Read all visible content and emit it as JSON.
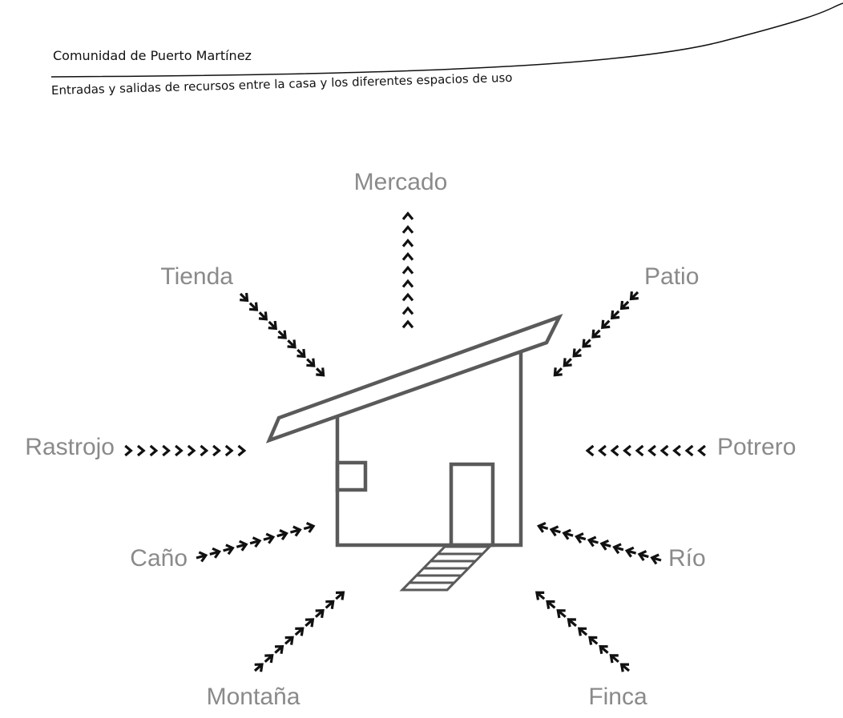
{
  "header": {
    "title": "Comunidad de Puerto Martínez",
    "subtitle": "Entradas y salidas de recursos entre la casa y los diferentes espacios de uso"
  },
  "colors": {
    "label": "#8a8a8a",
    "arrows": "#111111",
    "house": "#5a5a5a"
  },
  "spaces": [
    {
      "id": "mercado",
      "label": "Mercado",
      "flow": "salida"
    },
    {
      "id": "tienda",
      "label": "Tienda",
      "flow": "entrada"
    },
    {
      "id": "patio",
      "label": "Patio",
      "flow": "entrada"
    },
    {
      "id": "rastrojo",
      "label": "Rastrojo",
      "flow": "entrada"
    },
    {
      "id": "potrero",
      "label": "Potrero",
      "flow": "entrada"
    },
    {
      "id": "cano",
      "label": "Caño",
      "flow": "entrada"
    },
    {
      "id": "rio",
      "label": "Río",
      "flow": "entrada"
    },
    {
      "id": "montana",
      "label": "Montaña",
      "flow": "entrada"
    },
    {
      "id": "finca",
      "label": "Finca",
      "flow": "entrada"
    }
  ]
}
